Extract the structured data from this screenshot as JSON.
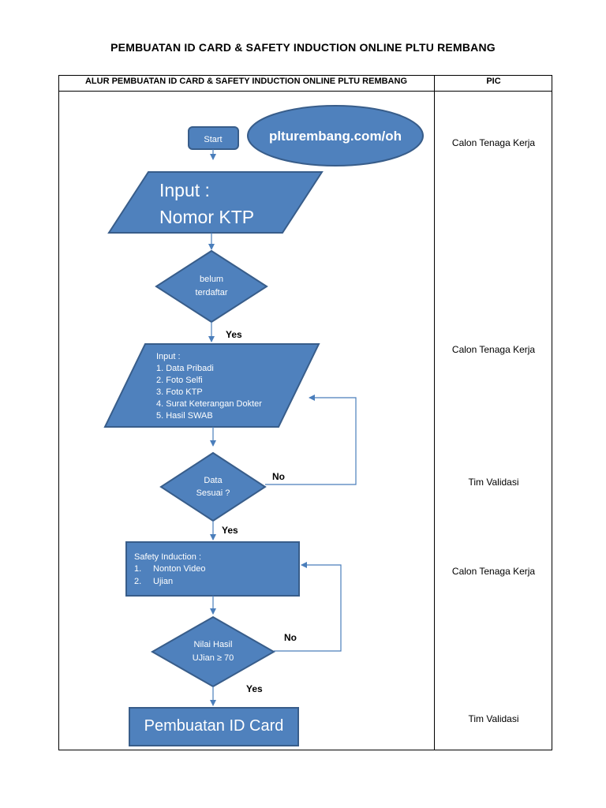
{
  "title": "PEMBUATAN ID CARD & SAFETY INDUCTION ONLINE PLTU REMBANG",
  "table": {
    "header_flow": "ALUR PEMBUATAN ID CARD & SAFETY INDUCTION ONLINE PLTU REMBANG",
    "header_pic": "PIC"
  },
  "flow": {
    "start": "Start",
    "url": "plturembang.com/oh",
    "input_ktp_line1": "Input :",
    "input_ktp_line2": "Nomor KTP",
    "decision1_line1": "belum",
    "decision1_line2": "terdaftar",
    "yes1": "Yes",
    "input_docs_title": "Input :",
    "input_docs_items": [
      "1. Data Pribadi",
      "2. Foto Selfi",
      "3. Foto KTP",
      "4. Surat Keterangan Dokter",
      "5. Hasil SWAB"
    ],
    "decision2_line1": "Data",
    "decision2_line2": "Sesuai ?",
    "no2": "No",
    "yes2": "Yes",
    "safety_title": "Safety Induction :",
    "safety_items": [
      {
        "num": "1.",
        "text": "Nonton Video"
      },
      {
        "num": "2.",
        "text": "Ujian"
      }
    ],
    "decision3_line1": "Nilai Hasil",
    "decision3_line2": "UJian ≥ 70",
    "no3": "No",
    "yes3": "Yes",
    "id_card": "Pembuatan ID Card"
  },
  "pic": [
    "Calon Tenaga Kerja",
    "Calon Tenaga Kerja",
    "Tim Validasi",
    "Calon Tenaga Kerja",
    "Tim Validasi"
  ],
  "colors": {
    "shape_fill": "#4f81bd",
    "shape_border": "#385d8a",
    "connector": "#4a7ebb"
  }
}
